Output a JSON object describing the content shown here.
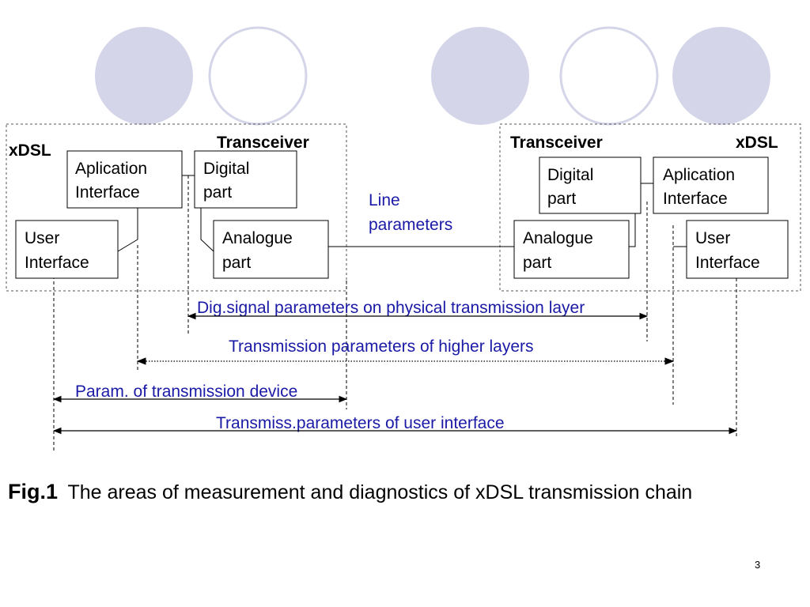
{
  "decor": {
    "circle_fill": "#d5d5ea",
    "circle_stroke": "#d5d5ea",
    "text_blue": "#1a1aa6"
  },
  "left_group": {
    "title": "xDSL",
    "transceiver": "Transceiver",
    "app_interface": [
      "Aplication",
      "Interface"
    ],
    "digital_part": [
      "Digital",
      "part"
    ],
    "user_interface": [
      "User",
      "Interface"
    ],
    "analogue_part": [
      "Analogue",
      "part"
    ]
  },
  "right_group": {
    "title": "xDSL",
    "transceiver": "Transceiver",
    "digital_part": [
      "Digital",
      "part"
    ],
    "app_interface": [
      "Aplication",
      "Interface"
    ],
    "analogue_part": [
      "Analogue",
      "part"
    ],
    "user_interface": [
      "User",
      "Interface"
    ]
  },
  "line_parameters": [
    "Line",
    "parameters"
  ],
  "measurements": {
    "physical": "Dig.signal parameters on physical transmission layer",
    "higher": "Transmission parameters of higher layers",
    "device": "Param. of transmission device",
    "user": "Transmiss.parameters of user interface"
  },
  "caption": {
    "label": "Fig.1",
    "text": "The areas of measurement and diagnostics of xDSL transmission chain"
  },
  "page_number": "3"
}
